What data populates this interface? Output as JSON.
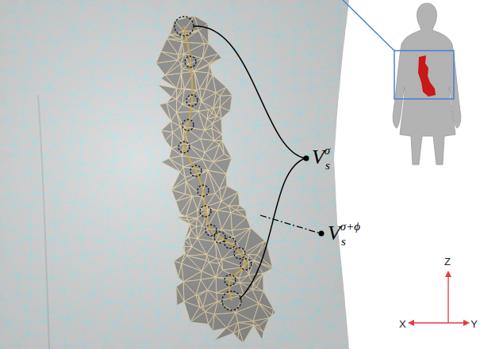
{
  "diagram": {
    "labels": [
      "Vsσ",
      "Vsσ+ϕ",
      "Z",
      "X",
      "Y"
    ]
  }
}
